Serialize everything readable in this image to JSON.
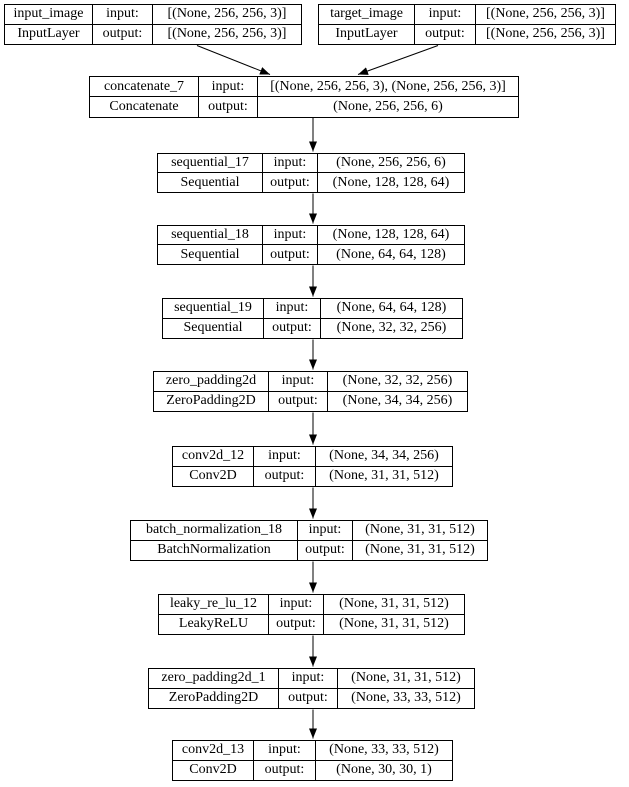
{
  "diagram_type": "keras-model-plot",
  "colors": {
    "border": "#000000",
    "background": "#ffffff",
    "text": "#000000",
    "edge": "#000000"
  },
  "nodes": [
    {
      "layer_name": "input_image",
      "layer_type": "InputLayer",
      "input_label": "input:",
      "output_label": "output:",
      "input_shape": "[(None, 256, 256, 3)]",
      "output_shape": "[(None, 256, 256, 3)]"
    },
    {
      "layer_name": "target_image",
      "layer_type": "InputLayer",
      "input_label": "input:",
      "output_label": "output:",
      "input_shape": "[(None, 256, 256, 3)]",
      "output_shape": "[(None, 256, 256, 3)]"
    },
    {
      "layer_name": "concatenate_7",
      "layer_type": "Concatenate",
      "input_label": "input:",
      "output_label": "output:",
      "input_shape": "[(None, 256, 256, 3), (None, 256, 256, 3)]",
      "output_shape": "(None, 256, 256, 6)"
    },
    {
      "layer_name": "sequential_17",
      "layer_type": "Sequential",
      "input_label": "input:",
      "output_label": "output:",
      "input_shape": "(None, 256, 256, 6)",
      "output_shape": "(None, 128, 128, 64)"
    },
    {
      "layer_name": "sequential_18",
      "layer_type": "Sequential",
      "input_label": "input:",
      "output_label": "output:",
      "input_shape": "(None, 128, 128, 64)",
      "output_shape": "(None, 64, 64, 128)"
    },
    {
      "layer_name": "sequential_19",
      "layer_type": "Sequential",
      "input_label": "input:",
      "output_label": "output:",
      "input_shape": "(None, 64, 64, 128)",
      "output_shape": "(None, 32, 32, 256)"
    },
    {
      "layer_name": "zero_padding2d",
      "layer_type": "ZeroPadding2D",
      "input_label": "input:",
      "output_label": "output:",
      "input_shape": "(None, 32, 32, 256)",
      "output_shape": "(None, 34, 34, 256)"
    },
    {
      "layer_name": "conv2d_12",
      "layer_type": "Conv2D",
      "input_label": "input:",
      "output_label": "output:",
      "input_shape": "(None, 34, 34, 256)",
      "output_shape": "(None, 31, 31, 512)"
    },
    {
      "layer_name": "batch_normalization_18",
      "layer_type": "BatchNormalization",
      "input_label": "input:",
      "output_label": "output:",
      "input_shape": "(None, 31, 31, 512)",
      "output_shape": "(None, 31, 31, 512)"
    },
    {
      "layer_name": "leaky_re_lu_12",
      "layer_type": "LeakyReLU",
      "input_label": "input:",
      "output_label": "output:",
      "input_shape": "(None, 31, 31, 512)",
      "output_shape": "(None, 31, 31, 512)"
    },
    {
      "layer_name": "zero_padding2d_1",
      "layer_type": "ZeroPadding2D",
      "input_label": "input:",
      "output_label": "output:",
      "input_shape": "(None, 31, 31, 512)",
      "output_shape": "(None, 33, 33, 512)"
    },
    {
      "layer_name": "conv2d_13",
      "layer_type": "Conv2D",
      "input_label": "input:",
      "output_label": "output:",
      "input_shape": "(None, 33, 33, 512)",
      "output_shape": "(None, 30, 30, 1)"
    }
  ],
  "edges": [
    {
      "from": "input_image",
      "to": "concatenate_7"
    },
    {
      "from": "target_image",
      "to": "concatenate_7"
    },
    {
      "from": "concatenate_7",
      "to": "sequential_17"
    },
    {
      "from": "sequential_17",
      "to": "sequential_18"
    },
    {
      "from": "sequential_18",
      "to": "sequential_19"
    },
    {
      "from": "sequential_19",
      "to": "zero_padding2d"
    },
    {
      "from": "zero_padding2d",
      "to": "conv2d_12"
    },
    {
      "from": "conv2d_12",
      "to": "batch_normalization_18"
    },
    {
      "from": "batch_normalization_18",
      "to": "leaky_re_lu_12"
    },
    {
      "from": "leaky_re_lu_12",
      "to": "zero_padding2d_1"
    },
    {
      "from": "zero_padding2d_1",
      "to": "conv2d_13"
    }
  ]
}
